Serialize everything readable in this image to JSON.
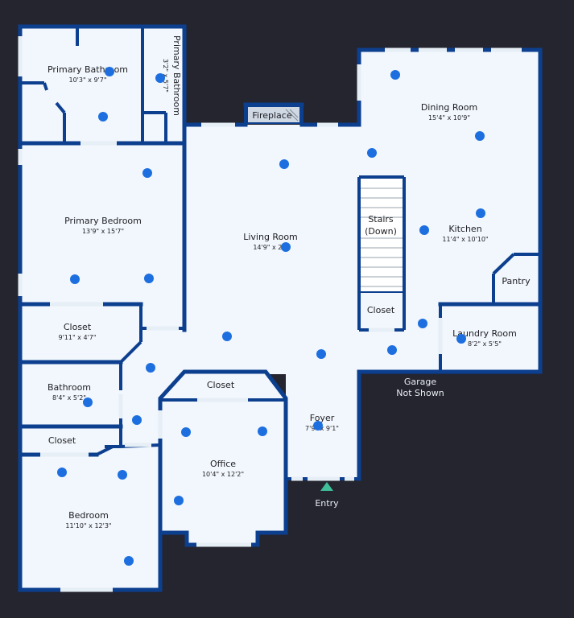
{
  "rooms": {
    "primary_bathroom": {
      "name": "Primary Bathroom",
      "dim": "10'3\" x 9'7\""
    },
    "primary_bathroom_small": {
      "name": "Primary Bathroom",
      "dim": "3'2\" x 5'7\""
    },
    "primary_bedroom": {
      "name": "Primary Bedroom",
      "dim": "13'9\" x 15'7\""
    },
    "closet_primary": {
      "name": "Closet",
      "dim": "9'11\" x 4'7\""
    },
    "bathroom": {
      "name": "Bathroom",
      "dim": "8'4\" x 5'2\""
    },
    "closet_hall": {
      "name": "Closet"
    },
    "bedroom": {
      "name": "Bedroom",
      "dim": "11'10\" x 12'3\""
    },
    "living_room": {
      "name": "Living Room",
      "dim": "14'9\" x 21'"
    },
    "fireplace": {
      "name": "Fireplace"
    },
    "dining_room": {
      "name": "Dining Room",
      "dim": "15'4\" x 10'9\""
    },
    "stairs": {
      "name_line1": "Stairs",
      "name_line2": "(Down)"
    },
    "kitchen": {
      "name": "Kitchen",
      "dim": "11'4\" x 10'10\""
    },
    "pantry": {
      "name": "Pantry"
    },
    "closet_stairs": {
      "name": "Closet"
    },
    "laundry_room": {
      "name": "Laundry Room",
      "dim": "8'2\" x 5'5\""
    },
    "office_closet": {
      "name": "Closet"
    },
    "office": {
      "name": "Office",
      "dim": "10'4\" x 12'2\""
    },
    "foyer": {
      "name": "Foyer",
      "dim": "7'9\" x 9'1\""
    }
  },
  "labels": {
    "garage_line1": "Garage",
    "garage_line2": "Not Shown",
    "entry": "Entry"
  },
  "colors": {
    "background": "#24252f",
    "floor": "#f1f7fc",
    "wall": "#0d3f8f",
    "hotspot": "#1d6fe0",
    "entry_marker": "#3fbf9a"
  }
}
